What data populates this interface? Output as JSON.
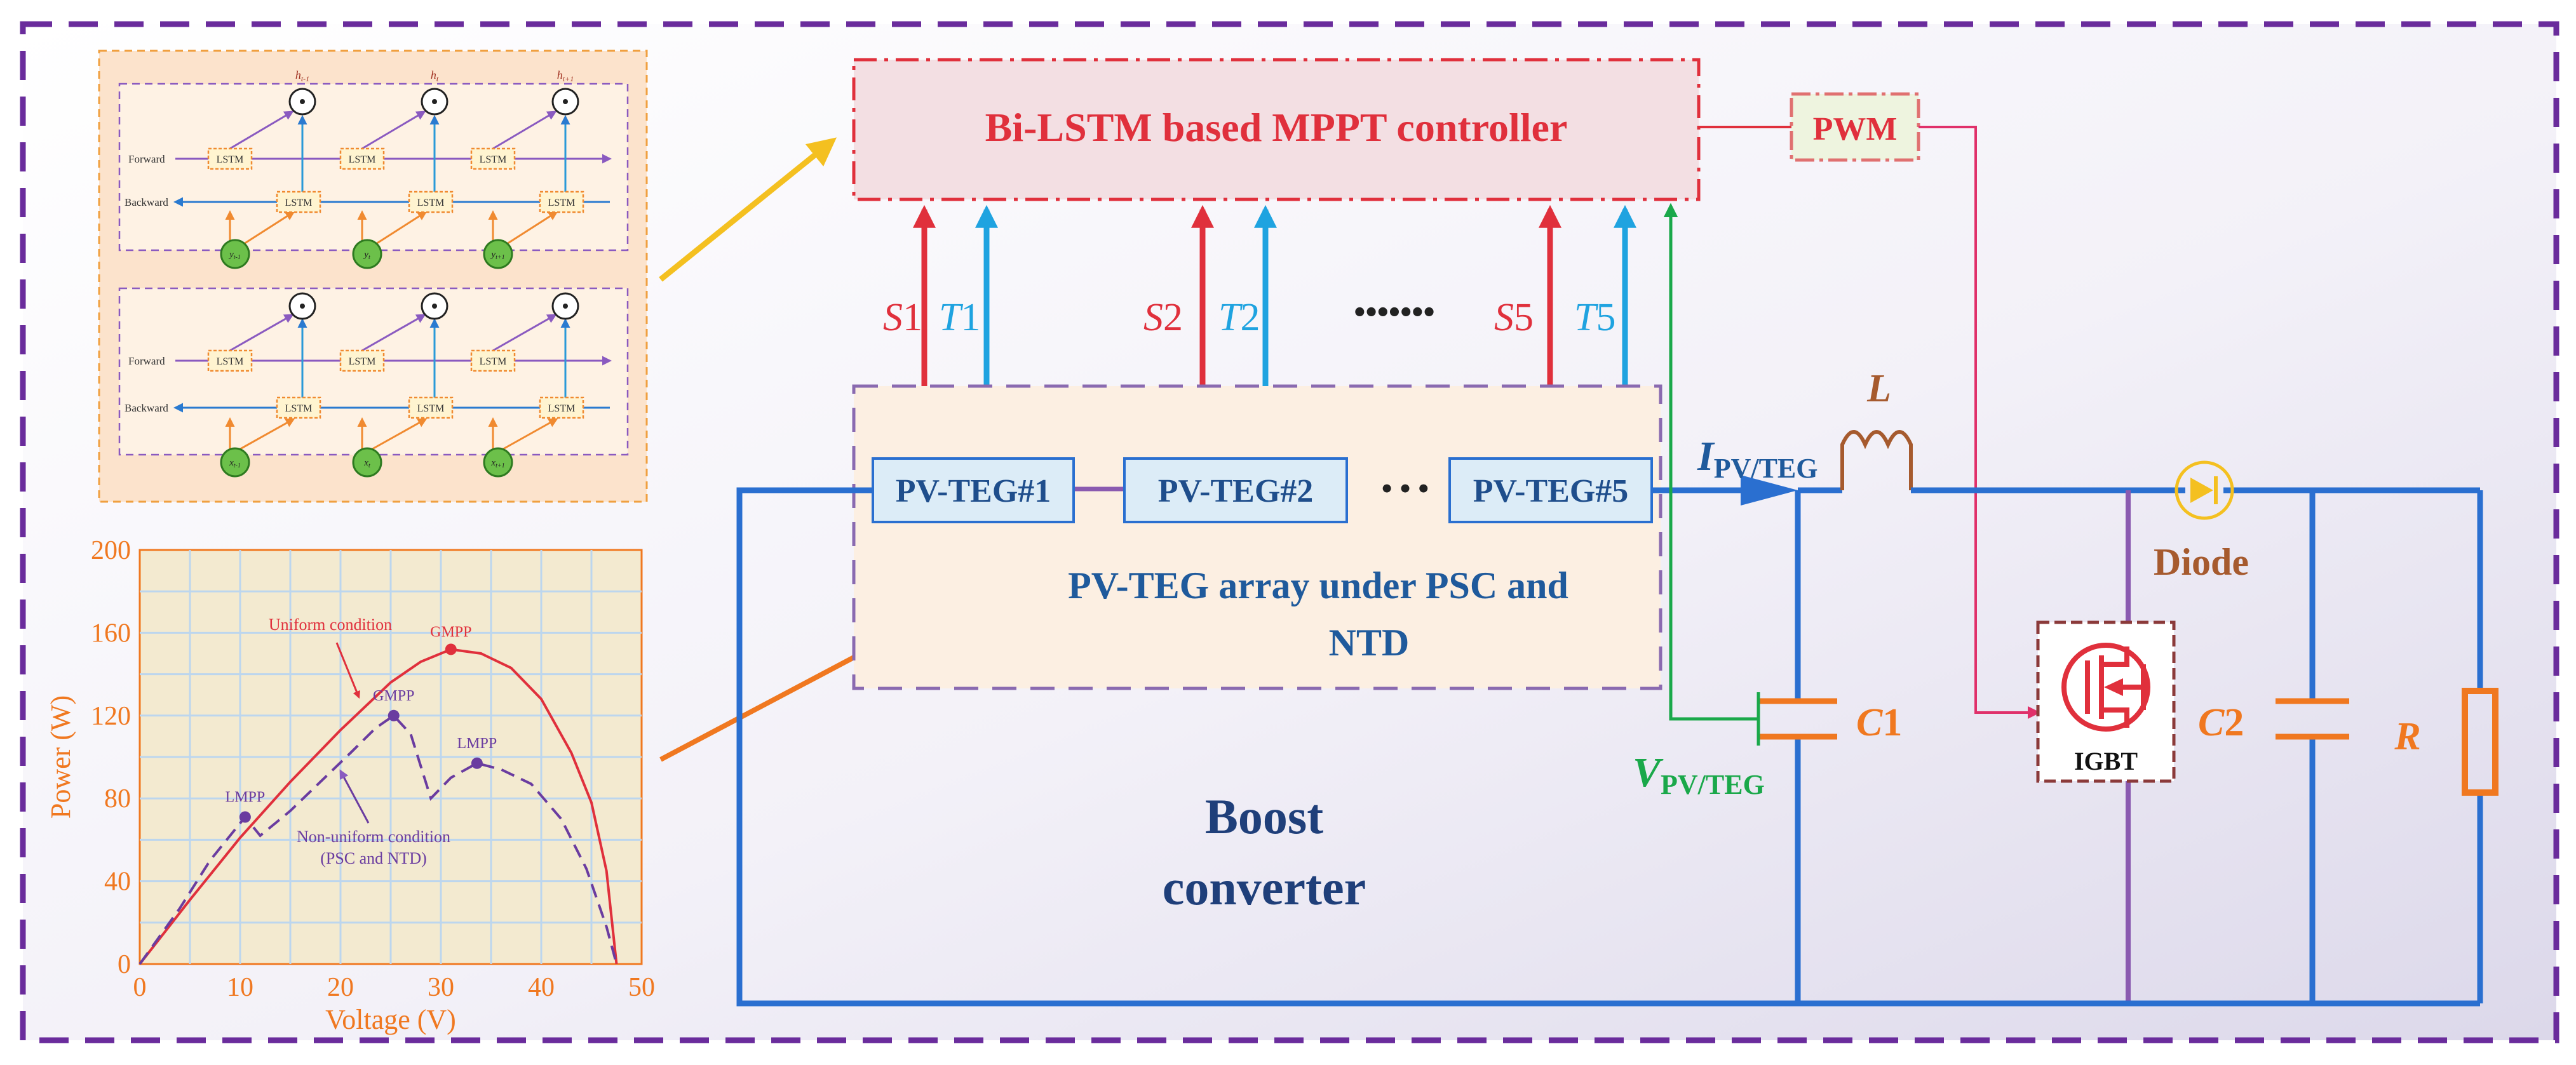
{
  "colors": {
    "frame": "#6a2c9c",
    "navy": "#1f4e8c",
    "wire_blue": "#2a6fd0",
    "teal": "#1fa3e0",
    "red": "#e0303c",
    "green": "#1aa84a",
    "orange": "#f07820",
    "purple": "#8a6ab0",
    "brown": "#a65a2e",
    "yellow": "#f4c020",
    "controller_fill": "#f3dfe3",
    "array_fill": "#fcefe2",
    "module_fill": "#dcecf7",
    "plot_fill": "#f3ead0"
  },
  "controller": {
    "label": "Bi-LSTM based MPPT controller"
  },
  "pwm": {
    "label": "PWM"
  },
  "signals": {
    "s1": "S",
    "s1_num": "1",
    "t1": "T",
    "t1_num": "1",
    "s2": "S",
    "s2_num": "2",
    "t2": "T",
    "t2_num": "2",
    "s5": "S",
    "s5_num": "5",
    "t5": "T",
    "t5_num": "5",
    "ellipsis": "•••••••"
  },
  "array": {
    "title_line1": "PV-TEG array under PSC and",
    "title_line2": "NTD",
    "modules": [
      "PV-TEG#1",
      "PV-TEG#2",
      "PV-TEG#5"
    ],
    "ellipsis": "• • •"
  },
  "circuit": {
    "current_main": "I",
    "current_sub": "PV/TEG",
    "voltage_main": "V",
    "voltage_sub": "PV/TEG",
    "inductor": "L",
    "diode": "Diode",
    "c1_main": "C",
    "c1_num": "1",
    "c2_main": "C",
    "c2_num": "2",
    "igbt": "IGBT",
    "resistor": "R",
    "boost_line1": "Boost",
    "boost_line2": "converter"
  },
  "bilstm": {
    "top_labels": [
      "h",
      "h",
      "h"
    ],
    "top_subs": [
      "t-1",
      "t",
      "t+1"
    ],
    "mid_labels": [
      "y",
      "y",
      "y"
    ],
    "mid_subs": [
      "t-1",
      "t",
      "t+1"
    ],
    "bottom_labels": [
      "x",
      "x",
      "x"
    ],
    "bottom_subs": [
      "t-1",
      "t",
      "t+1"
    ],
    "cell_label": "LSTM",
    "forward_label": "Forward",
    "backward_label": "Backward"
  },
  "chart_data": {
    "type": "line",
    "title": "",
    "xlabel": "Voltage (V)",
    "ylabel": "Power (W)",
    "xlim": [
      0,
      50
    ],
    "ylim": [
      0,
      200
    ],
    "x_ticks": [
      "0",
      "10",
      "20",
      "30",
      "40",
      "50"
    ],
    "y_ticks": [
      "0",
      "40",
      "80",
      "120",
      "160",
      "200"
    ],
    "grid": true,
    "series": [
      {
        "name": "Uniform condition",
        "style": "solid",
        "color": "#e0303c",
        "points": [
          [
            0,
            0
          ],
          [
            5,
            31
          ],
          [
            10,
            61
          ],
          [
            15,
            88
          ],
          [
            20,
            113
          ],
          [
            25,
            136
          ],
          [
            28,
            146
          ],
          [
            31,
            152
          ],
          [
            34,
            150
          ],
          [
            37,
            143
          ],
          [
            40,
            128
          ],
          [
            43,
            102
          ],
          [
            45,
            78
          ],
          [
            46.5,
            45
          ],
          [
            47.5,
            0
          ]
        ]
      },
      {
        "name": "Non-uniform condition (PSC and NTD)",
        "style": "dashed",
        "color": "#6a3ca0",
        "points": [
          [
            0,
            0
          ],
          [
            4,
            27
          ],
          [
            7,
            50
          ],
          [
            10.5,
            71
          ],
          [
            12,
            62
          ],
          [
            15,
            74
          ],
          [
            18,
            88
          ],
          [
            21,
            102
          ],
          [
            23.5,
            114
          ],
          [
            25.3,
            120
          ],
          [
            27,
            111
          ],
          [
            29,
            80
          ],
          [
            31,
            90
          ],
          [
            33.6,
            97
          ],
          [
            36,
            94
          ],
          [
            39,
            87
          ],
          [
            42,
            70
          ],
          [
            44.5,
            46
          ],
          [
            46.5,
            18
          ],
          [
            47.5,
            0
          ]
        ]
      }
    ],
    "annotations": [
      {
        "text": "GMPP",
        "x": 31,
        "y": 152,
        "color": "#e0303c"
      },
      {
        "text": "GMPP",
        "x": 25.3,
        "y": 120,
        "color": "#6a3ca0"
      },
      {
        "text": "LMPP",
        "x": 33.6,
        "y": 97,
        "color": "#6a3ca0"
      },
      {
        "text": "LMPP",
        "x": 10.5,
        "y": 71,
        "color": "#6a3ca0"
      },
      {
        "text": "Uniform condition",
        "color": "#e0303c"
      },
      {
        "text": "Non-uniform condition",
        "color": "#6a3ca0"
      },
      {
        "text": "(PSC and NTD)",
        "color": "#6a3ca0"
      }
    ]
  }
}
